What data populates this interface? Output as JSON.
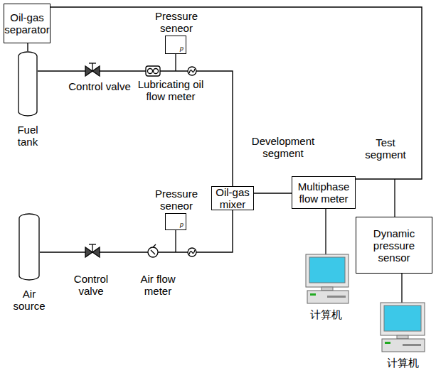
{
  "diagram": {
    "nodes": [
      {
        "text": [
          "Oil-gas separator"
        ]
      },
      {
        "text": [
          "Fuel tank"
        ]
      },
      {
        "text": [
          "Pressure seneor",
          "p"
        ]
      },
      {
        "text": [
          "Oil-gas mixer"
        ]
      },
      {
        "text": [
          "Multiphase flow meter"
        ]
      },
      {
        "text": [
          "Air source"
        ]
      },
      {
        "text": [
          "Pressure seneor",
          "p"
        ]
      },
      {
        "text": [
          "Dynamic pressure sensor"
        ]
      }
    ],
    "edges": [
      {
        "from": 0,
        "to": 1,
        "arrow": "none"
      },
      {
        "from": 1,
        "to": 3,
        "arrow": "none"
      },
      {
        "from": 5,
        "to": 3,
        "arrow": "none"
      },
      {
        "from": 3,
        "to": 4,
        "arrow": "none"
      },
      {
        "from": 4,
        "to": 0,
        "arrow": "none"
      }
    ],
    "labels": [
      "Control valve",
      "Lubricating oil flow meter",
      "Development segment",
      "Test segment",
      "Control valve",
      "Air flow meter",
      "计算机",
      "计算机"
    ]
  }
}
